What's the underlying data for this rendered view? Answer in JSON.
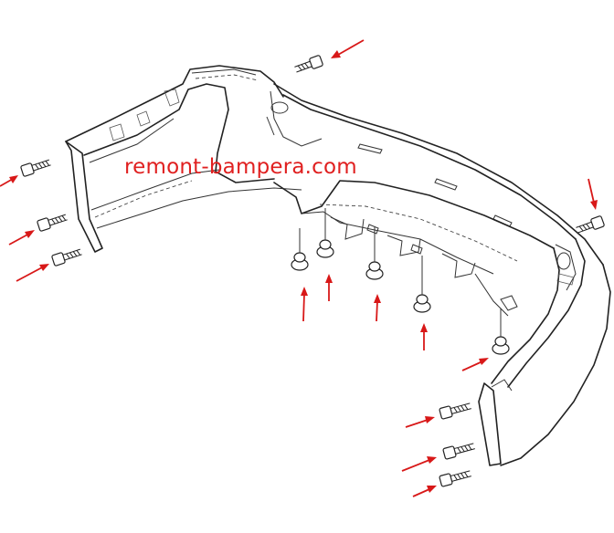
{
  "watermark": {
    "text": "remont-bampera.com",
    "color": "#e02020"
  },
  "colors": {
    "arrow": "#d81818",
    "lines": "#222222",
    "background": "#ffffff"
  },
  "fasteners": {
    "left_side_screws": 3,
    "top_screws": 1,
    "right_side_screws": 1,
    "lower_clips": 5,
    "corner_screws": 3
  },
  "icons": {
    "arrow": "red-arrow-icon",
    "screw": "screw-icon",
    "clip": "push-clip-icon"
  }
}
